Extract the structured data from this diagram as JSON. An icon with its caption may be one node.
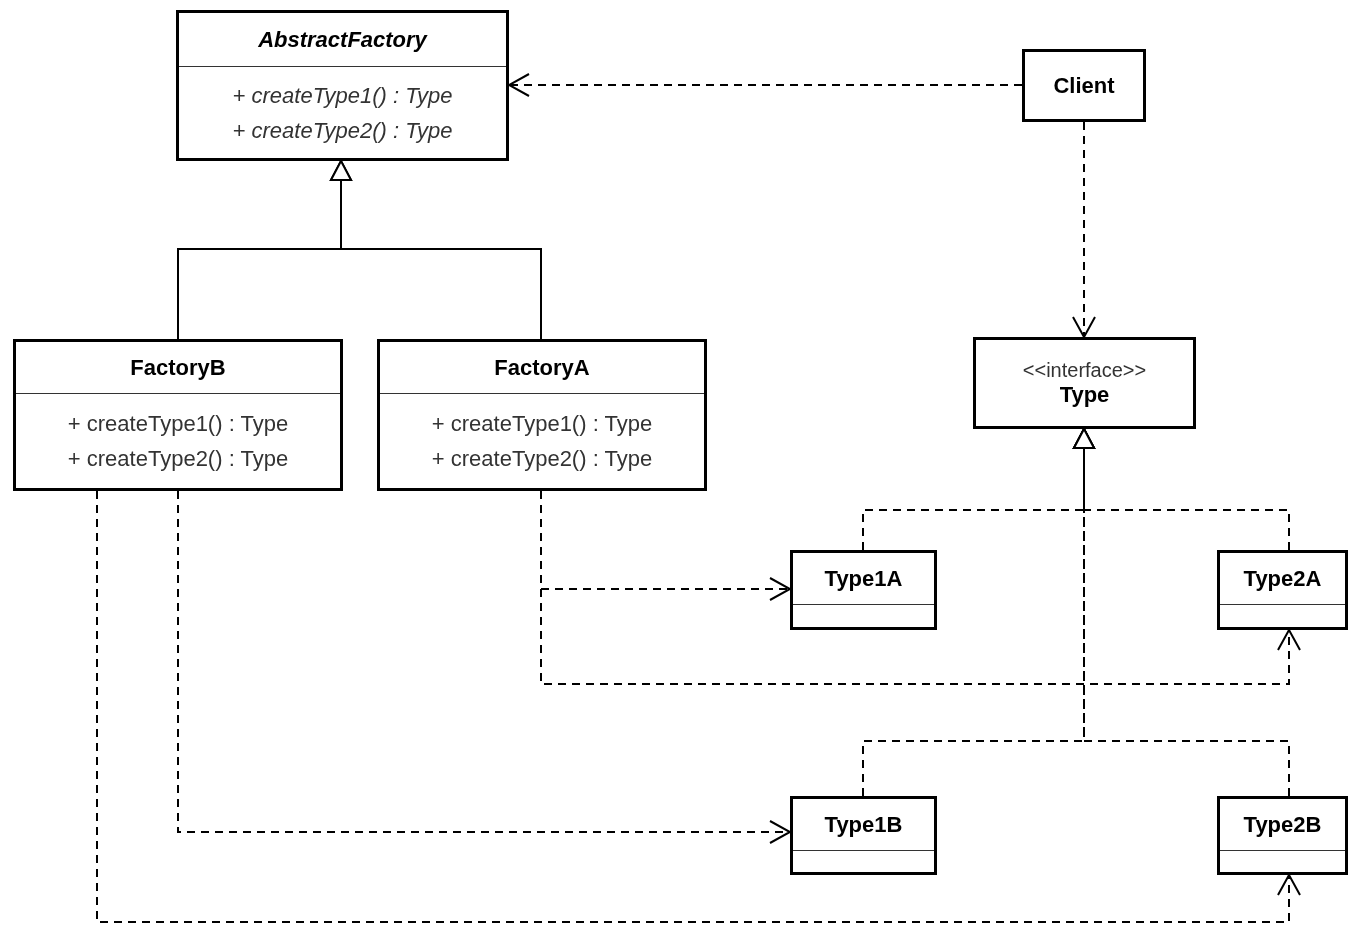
{
  "diagram": {
    "nodes": [
      {
        "text": [
          "AbstractFactory",
          "+ createType1() : Type",
          "+ createType2() : Type"
        ]
      },
      {
        "text": [
          "Client"
        ]
      },
      {
        "text": [
          "FactoryB",
          "+ createType1() : Type",
          "+ createType2() : Type"
        ]
      },
      {
        "text": [
          "FactoryA",
          "+ createType1() : Type",
          "+ createType2() : Type"
        ]
      },
      {
        "text": [
          "<<interface>>",
          "Type"
        ]
      },
      {
        "text": [
          "Type1A"
        ]
      },
      {
        "text": [
          "Type2A"
        ]
      },
      {
        "text": [
          "Type1B"
        ]
      },
      {
        "text": [
          "Type2B"
        ]
      }
    ],
    "edges": [
      {
        "from": 1,
        "to": 0,
        "arrow": "to",
        "style": "dashed"
      },
      {
        "from": 1,
        "to": 4,
        "arrow": "to",
        "style": "dashed"
      },
      {
        "from": 2,
        "to": 0,
        "arrow": "to"
      },
      {
        "from": 3,
        "to": 0,
        "arrow": "to"
      },
      {
        "from": 5,
        "to": 4,
        "arrow": "to",
        "style": "dashed"
      },
      {
        "from": 6,
        "to": 4,
        "arrow": "to",
        "style": "dashed"
      },
      {
        "from": 7,
        "to": 4,
        "arrow": "to",
        "style": "dashed"
      },
      {
        "from": 8,
        "to": 4,
        "arrow": "to",
        "style": "dashed"
      },
      {
        "from": 3,
        "to": 5,
        "arrow": "to",
        "style": "dashed"
      },
      {
        "from": 3,
        "to": 6,
        "arrow": "to",
        "style": "dashed"
      },
      {
        "from": 2,
        "to": 7,
        "arrow": "to",
        "style": "dashed"
      },
      {
        "from": 2,
        "to": 8,
        "arrow": "to",
        "style": "dashed"
      }
    ]
  }
}
